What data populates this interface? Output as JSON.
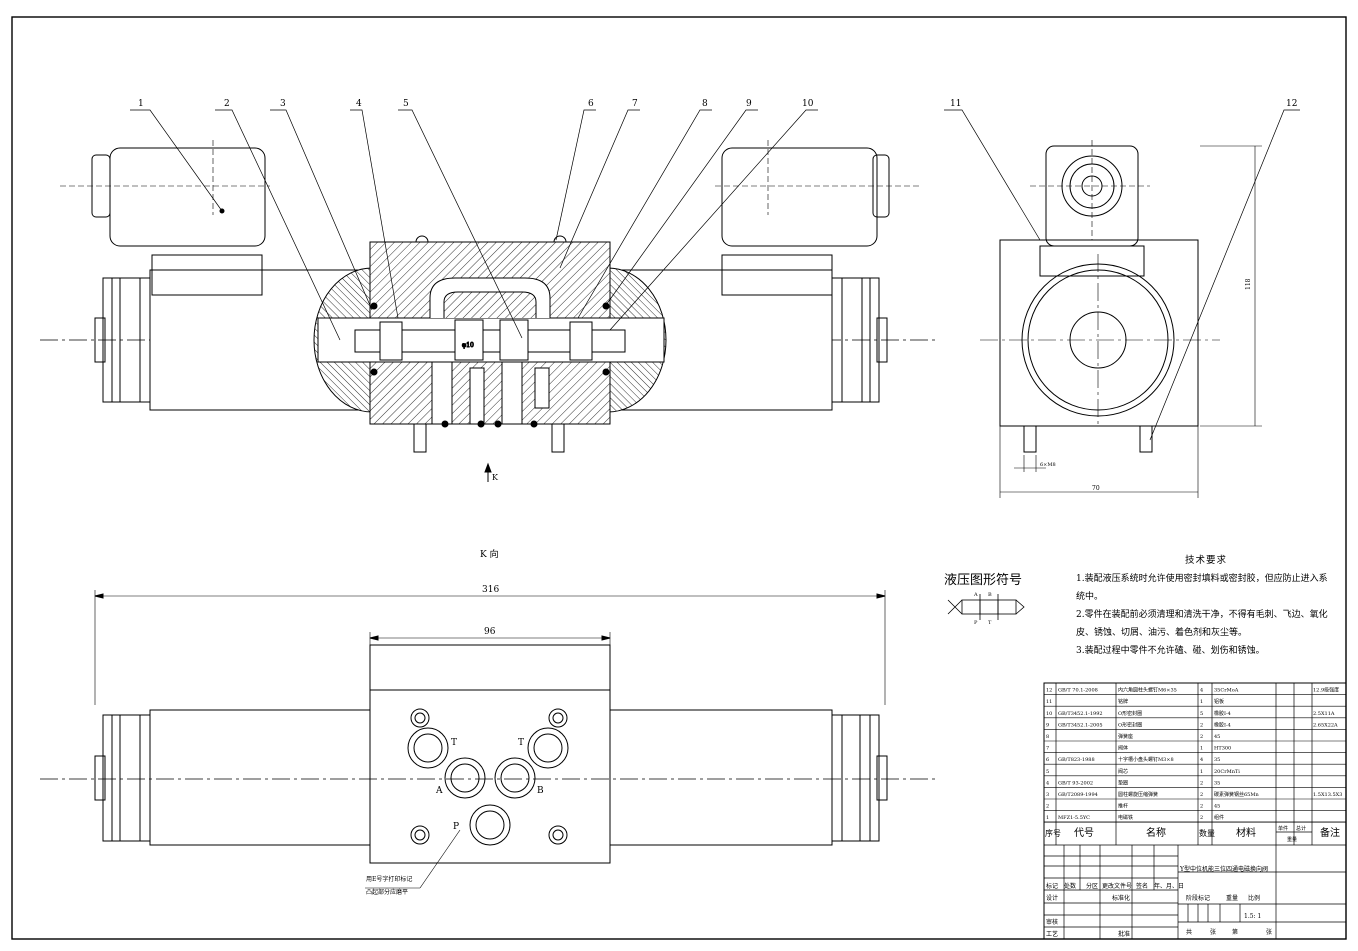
{
  "part_labels": [
    "1",
    "2",
    "3",
    "4",
    "5",
    "6",
    "7",
    "8",
    "9",
    "10",
    "11",
    "12"
  ],
  "section_labels": {
    "arrow_k": "K",
    "view_k": "K 向",
    "symbol_title": "液压图形符号"
  },
  "dimensions": {
    "overall_length": "316",
    "body_width": "96",
    "side_height": "118",
    "side_width": "70",
    "pin_size": "6×M8"
  },
  "port_labels": [
    "T",
    "T",
    "A",
    "B",
    "P"
  ],
  "note": [
    "用E号字打印标记",
    "凸起部分应磨平"
  ],
  "symbol_ports": [
    "A",
    "B",
    "P",
    "T"
  ],
  "tech_requirements": {
    "title": "技术要求",
    "items": [
      "1.装配液压系统时允许使用密封填料或密封胶，但应防止进入系统中。",
      "2.零件在装配前必须清理和清洗干净，不得有毛刺、飞边、氧化皮、锈蚀、切屑、油污、着色剂和灰尘等。",
      "3.装配过程中零件不允许磕、碰、划伤和锈蚀。"
    ]
  },
  "bom": {
    "rows": [
      {
        "no": "12",
        "code": "GB/T 70.1-2008",
        "name": "内六角圆柱头螺钉M6×35",
        "qty": "4",
        "material": "35CrMoA",
        "remark": "12.9级强度"
      },
      {
        "no": "11",
        "code": "",
        "name": "铭牌",
        "qty": "1",
        "material": "铝板",
        "remark": ""
      },
      {
        "no": "10",
        "code": "GB/T3452.1-1992",
        "name": "O形密封圈",
        "qty": "5",
        "material": "橡胶I-4",
        "remark": "2.5X11A"
      },
      {
        "no": "9",
        "code": "GB/T3452.1-2005",
        "name": "O形密封圈",
        "qty": "2",
        "material": "橡胶I-4",
        "remark": "2.65X22A"
      },
      {
        "no": "8",
        "code": "",
        "name": "弹簧座",
        "qty": "2",
        "material": "45",
        "remark": ""
      },
      {
        "no": "7",
        "code": "",
        "name": "阀体",
        "qty": "1",
        "material": "HT300",
        "remark": ""
      },
      {
        "no": "6",
        "code": "GB/T823-1988",
        "name": "十字槽小盘头螺钉M3×8",
        "qty": "4",
        "material": "35",
        "remark": ""
      },
      {
        "no": "5",
        "code": "",
        "name": "阀芯",
        "qty": "1",
        "material": "20CrMnTi",
        "remark": ""
      },
      {
        "no": "4",
        "code": "GB/T 93-2002",
        "name": "垫圈",
        "qty": "2",
        "material": "35",
        "remark": ""
      },
      {
        "no": "3",
        "code": "GB/T2089-1994",
        "name": "圆柱螺旋压缩弹簧",
        "qty": "2",
        "material": "碳素弹簧钢丝65Mn",
        "remark": "1.5X13.5X3"
      },
      {
        "no": "2",
        "code": "",
        "name": "推杆",
        "qty": "2",
        "material": "45",
        "remark": ""
      },
      {
        "no": "1",
        "code": "MFZ1-5.5YC",
        "name": "电磁铁",
        "qty": "2",
        "material": "组件",
        "remark": ""
      }
    ],
    "header": {
      "no": "序号",
      "code": "代号",
      "name": "名称",
      "qty": "数量",
      "material": "材料",
      "single": "单件",
      "total": "总计",
      "weight": "重量",
      "remark": "备注"
    }
  },
  "title_block": {
    "drawing_title": "Y型中位机能三位四通电磁换向阀",
    "row_labels": [
      "标记",
      "处数",
      "分区",
      "更改文件号",
      "签名",
      "年、月、日"
    ],
    "design": "设计",
    "standardize": "标准化",
    "stage_mark": "阶段标记",
    "weight": "重量",
    "scale": "比例",
    "scale_value": "1.5: 1",
    "review": "审核",
    "process": "工艺",
    "approve": "批准",
    "sheets": "共",
    "sheet_unit": "张",
    "sheet_no": "第",
    "sheet_unit2": "张"
  }
}
